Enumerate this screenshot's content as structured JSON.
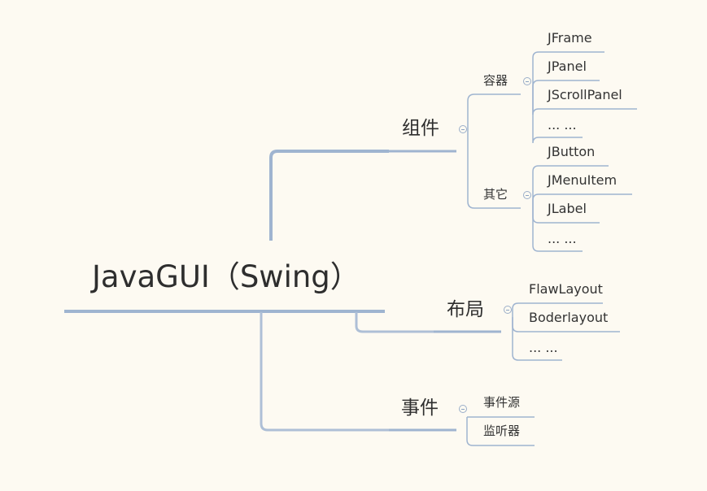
{
  "root": {
    "label": "JavaGUI（Swing）"
  },
  "branches": [
    {
      "label": "组件",
      "groups": [
        {
          "label": "容器",
          "items": [
            "JFrame",
            "JPanel",
            "JScrollPanel",
            "... ..."
          ]
        },
        {
          "label": "其它",
          "items": [
            "JButton",
            "JMenuItem",
            "JLabel",
            "... ..."
          ]
        }
      ]
    },
    {
      "label": "布局",
      "items": [
        "FlawLayout",
        "Boderlayout",
        "... ..."
      ]
    },
    {
      "label": "事件",
      "items": [
        "事件源",
        "监听器"
      ]
    }
  ],
  "colors": {
    "line": "#9fb4d0",
    "background": "#fdfaf2",
    "text": "#2e2e2e"
  }
}
